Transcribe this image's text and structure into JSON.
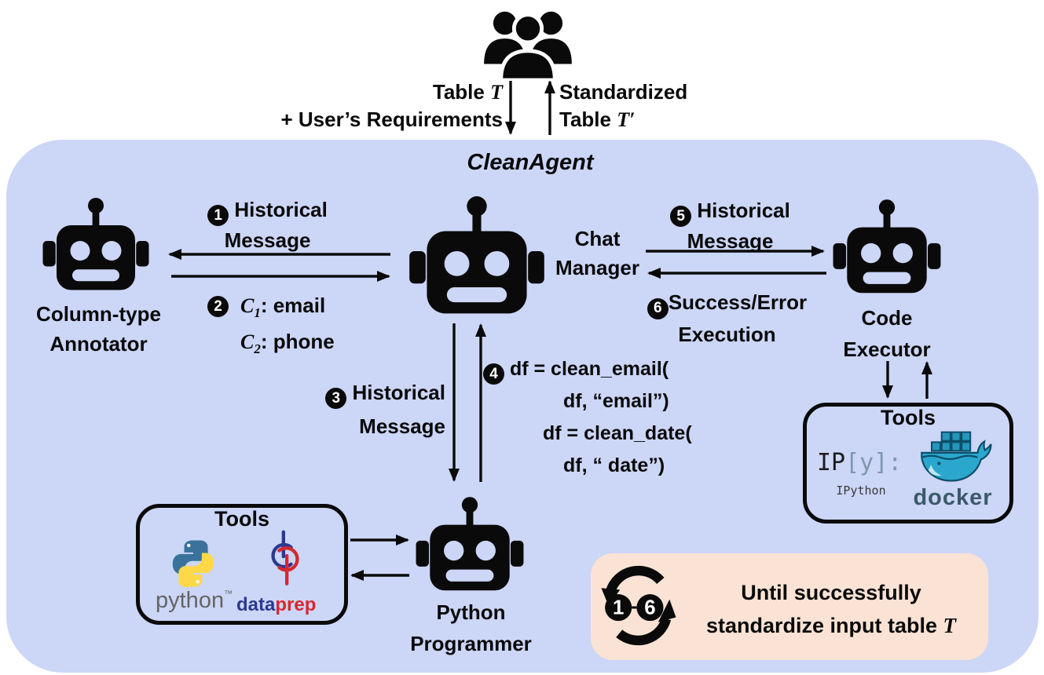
{
  "figure": {
    "title": "CleanAgent",
    "colors": {
      "container_bg": "#ccd6f7",
      "loop_bg": "#fae3d4",
      "black": "#0a0a0a",
      "python_blue": "#3a729c",
      "python_yellow": "#ffd84a",
      "dataprep_blue": "#2b3990",
      "dataprep_red": "#d7282f",
      "docker_teal": "#2ba7cd",
      "docker_text": "#3b5a68"
    }
  },
  "header": {
    "input": {
      "prefix": "Table",
      "math": "T",
      "line2": "+ User’s Requirements"
    },
    "output": {
      "line1": "Standardized",
      "prefix": "Table",
      "math": "T′"
    }
  },
  "agents": {
    "annotator": {
      "line1": "Column-type",
      "line2": "Annotator"
    },
    "chat_manager": {
      "line1": "Chat",
      "line2": "Manager"
    },
    "code_executor": {
      "line1": "Code",
      "line2": "Executor"
    },
    "programmer": {
      "line1": "Python",
      "line2": "Programmer"
    }
  },
  "messages": {
    "m1": {
      "num": "1",
      "line1": "Historical",
      "line2": "Message"
    },
    "m2": {
      "num": "2",
      "c1": "C",
      "c1_sub": "1",
      "c1_rest": ": email",
      "c2": "C",
      "c2_sub": "2",
      "c2_rest": ": phone"
    },
    "m3": {
      "num": "3",
      "line1": "Historical",
      "line2": "Message"
    },
    "m4": {
      "num": "4",
      "lines": [
        "df = clean_email(",
        "df, “email”)",
        "df = clean_date(",
        "df, “ date”)"
      ]
    },
    "m5": {
      "num": "5",
      "line1": "Historical",
      "line2": "Message"
    },
    "m6": {
      "num": "6",
      "line1": "Success/Error",
      "line2": "Execution"
    }
  },
  "tools_left": {
    "title": "Tools",
    "python_text": "python",
    "python_tm": "™",
    "dataprep_data": "data",
    "dataprep_prep": "prep"
  },
  "tools_right": {
    "title": "Tools",
    "ipython_ip": "IP",
    "ipython_brackets": "[y]:",
    "ipython_text": "IPython",
    "docker_text": "docker"
  },
  "loop": {
    "badge_start": "1",
    "badge_sep": "-",
    "badge_end": "6",
    "line1": "Until successfully",
    "line2_prefix": "standardize input table",
    "line2_math": "T"
  }
}
